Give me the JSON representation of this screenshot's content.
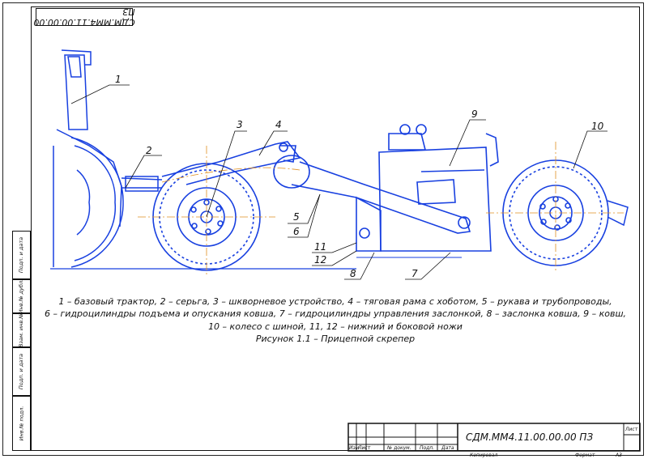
{
  "doc_code_top": "СДМ.ММ4.11.00.00.00 ПЗ",
  "callouts": [
    "1",
    "2",
    "3",
    "4",
    "5",
    "6",
    "7",
    "8",
    "9",
    "10",
    "11",
    "12"
  ],
  "caption": {
    "line1": "1 – базовый трактор, 2 – серьга, 3 – шкворневое устройство, 4 – тяговая рама с хоботом, 5 – рукава и трубопроводы,",
    "line2": "6 – гидроцилиндры подъема и опускания ковша, 7 – гидроцилиндры управления заслонкой, 8 – заслонка ковша, 9 – ковш,",
    "line3": "10 – колесо с шиной, 11, 12 – нижний и боковой ножи",
    "line4": "Рисунок 1.1 – Прицепной скрепер"
  },
  "side_columns": [
    "Подп. и дата",
    "Инв.№ дубл.",
    "Взам. инв.№",
    "Подп. и дата",
    "Инв.№ подл."
  ],
  "title_block": {
    "doc_code": "СДМ.ММ4.11.00.00.00 ПЗ",
    "sheet_label": "Лист",
    "headers": [
      "Изм",
      "Лист",
      "№ докум.",
      "Подп.",
      "Дата"
    ],
    "copied": "Копировал",
    "format_label": "Формат",
    "format_value": "А3"
  },
  "colors": {
    "drawing": "#1840e0",
    "axis": "#e09020",
    "frame": "#111111"
  }
}
